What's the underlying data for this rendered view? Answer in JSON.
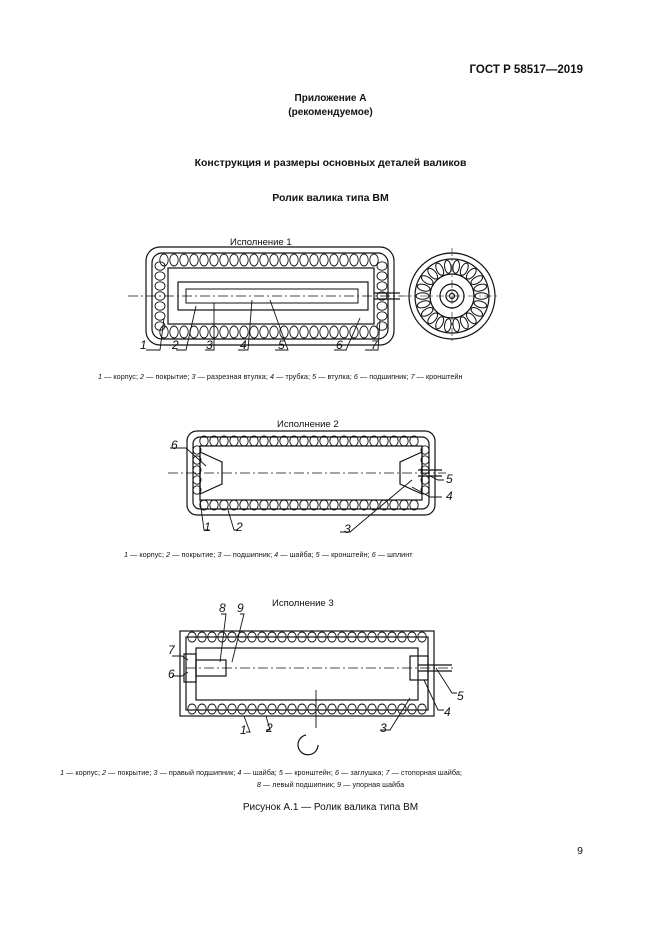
{
  "header": {
    "standard": "ГОСТ Р 58517—2019"
  },
  "annex": {
    "title": "Приложение А",
    "status": "(рекомендуемое)"
  },
  "section_title": "Конструкция и размеры основных деталей валиков",
  "subtitle": "Ролик валика типа ВМ",
  "variants": [
    {
      "label": "Исполнение 1",
      "callouts": [
        "1",
        "2",
        "3",
        "4",
        "5",
        "6",
        "7"
      ],
      "legend": [
        {
          "n": "1",
          "t": "корпус"
        },
        {
          "n": "2",
          "t": "покрытие"
        },
        {
          "n": "3",
          "t": "разрезная втулка"
        },
        {
          "n": "4",
          "t": "трубка"
        },
        {
          "n": "5",
          "t": "втулка"
        },
        {
          "n": "6",
          "t": "подшипник"
        },
        {
          "n": "7",
          "t": "кронштейн"
        }
      ]
    },
    {
      "label": "Исполнение 2",
      "callouts": [
        "6",
        "5",
        "4",
        "1",
        "2",
        "3"
      ],
      "legend": [
        {
          "n": "1",
          "t": "корпус"
        },
        {
          "n": "2",
          "t": "покрытие"
        },
        {
          "n": "3",
          "t": "подшипник"
        },
        {
          "n": "4",
          "t": "шайба"
        },
        {
          "n": "5",
          "t": "кронштейн"
        },
        {
          "n": "6",
          "t": "шплинт"
        }
      ]
    },
    {
      "label": "Исполнение 3",
      "callouts": [
        "8",
        "9",
        "7",
        "6",
        "5",
        "4",
        "1",
        "2",
        "3"
      ],
      "legend_line1": [
        {
          "n": "1",
          "t": "корпус"
        },
        {
          "n": "2",
          "t": "покрытие"
        },
        {
          "n": "3",
          "t": "правый подшипник"
        },
        {
          "n": "4",
          "t": "шайба"
        },
        {
          "n": "5",
          "t": "кронштейн"
        },
        {
          "n": "6",
          "t": "заглушка"
        },
        {
          "n": "7",
          "t": "стопорная шайба"
        }
      ],
      "legend_line2": [
        {
          "n": "8",
          "t": "левый подшипник"
        },
        {
          "n": "9",
          "t": "упорная шайба"
        }
      ]
    }
  ],
  "figure_caption": "Рисунок А.1 — Ролик валика типа ВМ",
  "page_number": "9"
}
